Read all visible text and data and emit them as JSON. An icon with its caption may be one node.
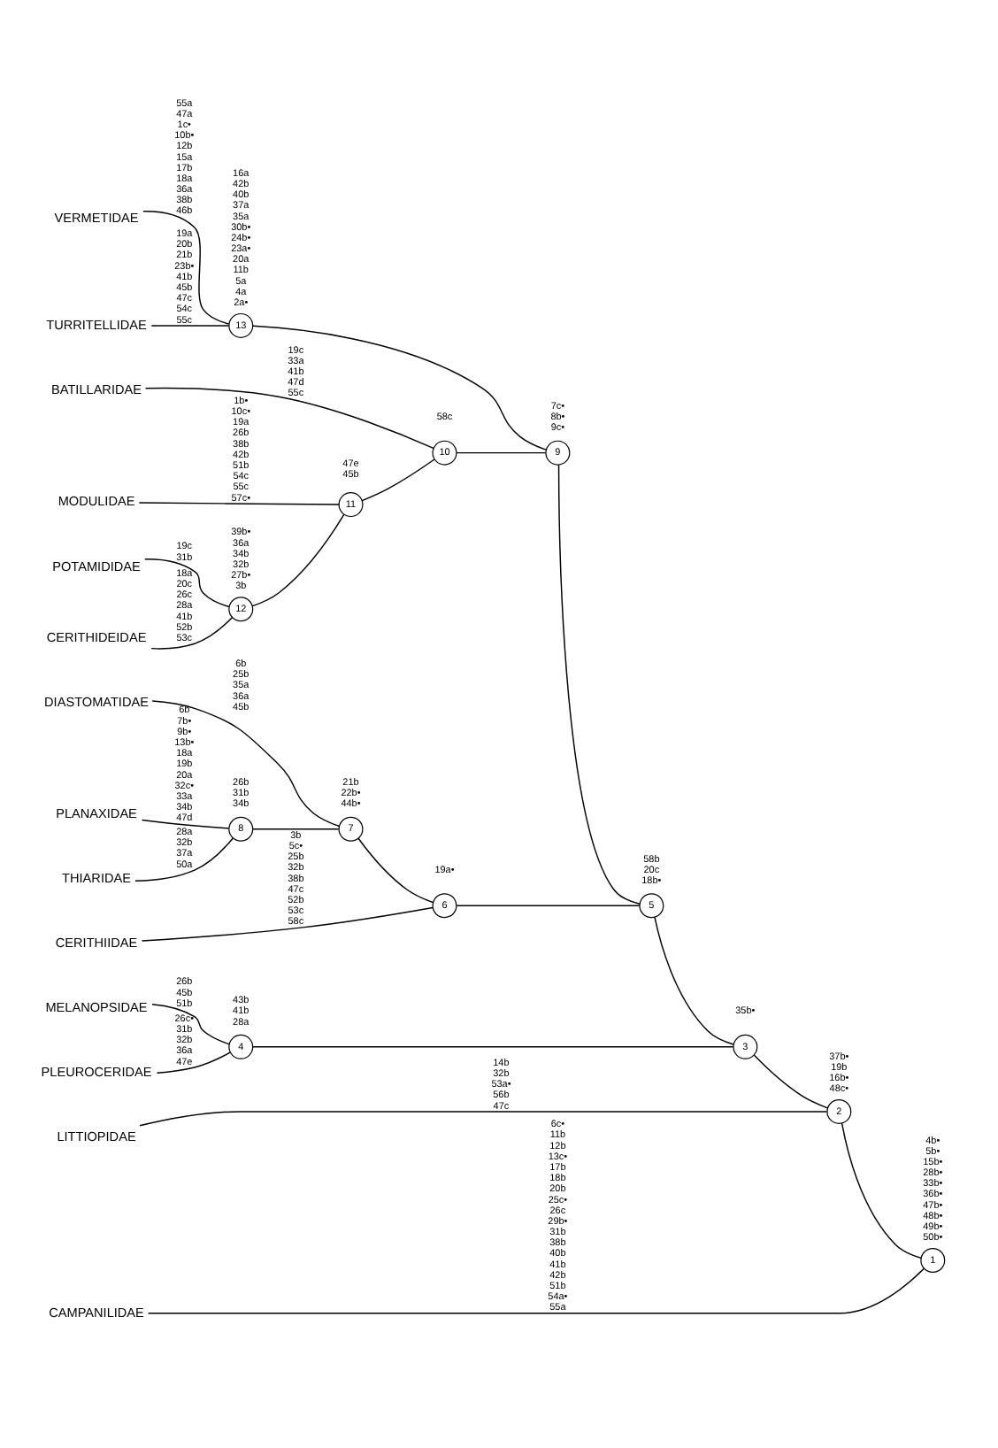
{
  "diagram": {
    "nodes": [
      {
        "text": [
          "VERMETIDAE"
        ]
      },
      {
        "text": [
          "TURRITELLIDAE"
        ]
      },
      {
        "text": [
          "BATILLARIDAE"
        ]
      },
      {
        "text": [
          "MODULIDAE"
        ]
      },
      {
        "text": [
          "POTAMIDIDAE"
        ]
      },
      {
        "text": [
          "CERITHIDEIDAE"
        ]
      },
      {
        "text": [
          "DIASTOMATIDAE"
        ]
      },
      {
        "text": [
          "PLANAXIDAE"
        ]
      },
      {
        "text": [
          "THIARIDAE"
        ]
      },
      {
        "text": [
          "CERITHIIDAE"
        ]
      },
      {
        "text": [
          "MELANOPSIDAE"
        ]
      },
      {
        "text": [
          "PLEUROCERIDAE"
        ]
      },
      {
        "text": [
          "LITTIOPIDAE"
        ]
      },
      {
        "text": [
          "CAMPANILIDAE"
        ]
      },
      {
        "text": [
          "1"
        ],
        "beside": [
          "4b• 5b• 15b• 28b• 33b• 36b• 47b• 48b• 49b• 50b•"
        ]
      },
      {
        "text": [
          "2"
        ],
        "beside": [
          "37b• 19b 16b• 48c•"
        ]
      },
      {
        "text": [
          "3"
        ],
        "beside": [
          "35b•"
        ]
      },
      {
        "text": [
          "4"
        ],
        "beside": [
          "43b 41b 28a"
        ]
      },
      {
        "text": [
          "5"
        ],
        "beside": [
          "58b 20c 18b•"
        ]
      },
      {
        "text": [
          "6"
        ],
        "beside": [
          "19a•"
        ]
      },
      {
        "text": [
          "7"
        ],
        "beside": [
          "21b 22b• 44b•"
        ]
      },
      {
        "text": [
          "8"
        ],
        "beside": [
          "26b 31b 34b"
        ]
      },
      {
        "text": [
          "9"
        ],
        "beside": [
          "7c• 8b• 9c•"
        ]
      },
      {
        "text": [
          "10"
        ],
        "beside": [
          "58c"
        ]
      },
      {
        "text": [
          "11"
        ],
        "beside": [
          "47e 45b"
        ]
      },
      {
        "text": [
          "12"
        ],
        "beside": [
          "39b• 36a 34b 32b 27b• 3b"
        ]
      },
      {
        "text": [
          "13"
        ],
        "beside": [
          "16a 42b 40b 37a 35a 30b• 24b• 23a• 20a 11b 5a 4a 2a•"
        ]
      }
    ],
    "edges": [
      {
        "from": 14,
        "to": 15,
        "arrow": "none"
      },
      {
        "from": 14,
        "to": 13,
        "arrow": "none",
        "label": "6c• 11b 12b 13c• 17b 18b 20b 25c• 26c 29b• 31b 38b 40b 41b 42b 51b 54a• 55a"
      },
      {
        "from": 15,
        "to": 16,
        "arrow": "none"
      },
      {
        "from": 15,
        "to": 12,
        "arrow": "none",
        "label": "14b 32b 53a• 56b 47c"
      },
      {
        "from": 16,
        "to": 18,
        "arrow": "none"
      },
      {
        "from": 16,
        "to": 17,
        "arrow": "none"
      },
      {
        "from": 17,
        "to": 10,
        "arrow": "none",
        "label": "26b 45b 51b"
      },
      {
        "from": 17,
        "to": 11,
        "arrow": "none",
        "label": "26c• 31b 32b 36a 47e"
      },
      {
        "from": 18,
        "to": 22,
        "arrow": "none"
      },
      {
        "from": 18,
        "to": 19,
        "arrow": "none"
      },
      {
        "from": 19,
        "to": 20,
        "arrow": "none"
      },
      {
        "from": 19,
        "to": 9,
        "arrow": "none",
        "label": "3b 5c• 25b 32b 38b 47c 52b 53c 58c"
      },
      {
        "from": 20,
        "to": 6,
        "arrow": "none",
        "label": "6b 25b 35a 36a 45b"
      },
      {
        "from": 20,
        "to": 21,
        "arrow": "none"
      },
      {
        "from": 21,
        "to": 7,
        "arrow": "none",
        "label": "6b 7b• 9b• 13b• 18a 19b 20a 32c• 33a 34b 47d"
      },
      {
        "from": 21,
        "to": 8,
        "arrow": "none",
        "label": "28a 32b 37a 50a"
      },
      {
        "from": 22,
        "to": 26,
        "arrow": "none"
      },
      {
        "from": 22,
        "to": 23,
        "arrow": "none"
      },
      {
        "from": 23,
        "to": 2,
        "arrow": "none",
        "label": "19c 33a 41b 47d 55c"
      },
      {
        "from": 23,
        "to": 24,
        "arrow": "none"
      },
      {
        "from": 24,
        "to": 3,
        "arrow": "none",
        "label": "1b• 10c• 19a 26b 38b 42b 51b 54c 55c 57c•"
      },
      {
        "from": 24,
        "to": 25,
        "arrow": "none"
      },
      {
        "from": 25,
        "to": 4,
        "arrow": "none",
        "label": "19c 31b"
      },
      {
        "from": 25,
        "to": 5,
        "arrow": "none",
        "label": "18a 20c 26c 28a 41b 52b 53c"
      },
      {
        "from": 26,
        "to": 0,
        "arrow": "none",
        "label": "55a 47a 1c• 10b• 12b 15a 17b 18a 36a 38b 46b"
      },
      {
        "from": 26,
        "to": 1,
        "arrow": "none",
        "label": "19a 20b 21b 23b• 41b 45b 47c 54c 55c"
      }
    ]
  }
}
